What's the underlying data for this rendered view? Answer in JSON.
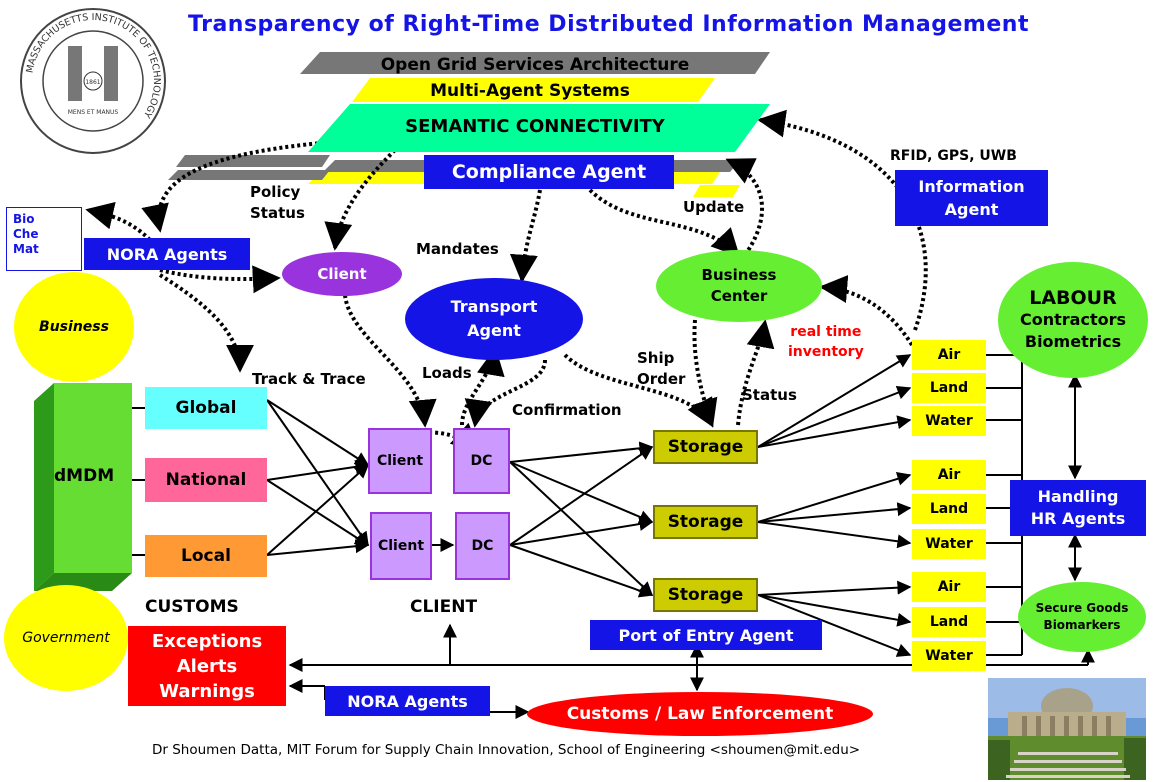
{
  "title": "Transparency of Right-Time Distributed Information Management",
  "footer": "Dr Shoumen Datta, MIT Forum for Supply Chain Innovation, School of Engineering  <shoumen@mit.edu>",
  "seal": {
    "ring_text": "MASSACHUSETTS INSTITUTE OF TECHNOLOGY",
    "year": "1861",
    "motto": "MENS ET MANUS"
  },
  "layers": {
    "ogsa": "Open Grid Services Architecture",
    "mas": "Multi-Agent Systems",
    "semantic": "SEMANTIC CONNECTIVITY",
    "compliance": "Compliance Agent"
  },
  "colors": {
    "title_blue": "#1414e6",
    "green": "#66ee33",
    "yellow": "#ffff00",
    "purple": "#cc99ff",
    "olive": "#cccc00",
    "red": "#ff0000",
    "teal": "#00ff99"
  },
  "bio": [
    "Bio",
    "Che",
    "Mat"
  ],
  "nora_agents_top": "NORA Agents",
  "nora_agents_bottom": "NORA Agents",
  "policy_status": [
    "Policy",
    "Status"
  ],
  "mandates": "Mandates",
  "update": "Update",
  "client_oval": "Client",
  "transport_agent": [
    "Transport",
    "Agent"
  ],
  "business_center": [
    "Business",
    "Center"
  ],
  "information_agent": {
    "header": "RFID, GPS, UWB",
    "lines": [
      "Information",
      "Agent"
    ]
  },
  "real_time_inventory": [
    "real time",
    "inventory"
  ],
  "labour": [
    "LABOUR",
    "Contractors",
    "Biometrics"
  ],
  "business": "Business",
  "government": "Government",
  "dmdm": "dMDM",
  "scopes": [
    "Global",
    "National",
    "Local"
  ],
  "customs": "CUSTOMS",
  "client_label": "CLIENT",
  "track_trace": "Track & Trace",
  "loads": "Loads",
  "confirmation": "Confirmation",
  "ship_order": [
    "Ship",
    "Order"
  ],
  "status": "Status",
  "client_box": "Client",
  "dc_box": "DC",
  "storage": "Storage",
  "modes": [
    "Air",
    "Land",
    "Water"
  ],
  "handling_hr": [
    "Handling",
    "HR Agents"
  ],
  "secure_goods": [
    "Secure Goods",
    "Biomarkers"
  ],
  "port_of_entry": "Port of Entry Agent",
  "exceptions": [
    "Exceptions",
    "Alerts",
    "Warnings"
  ],
  "customs_law": "Customs / Law Enforcement",
  "photo_alt": "MIT campus dome photo"
}
